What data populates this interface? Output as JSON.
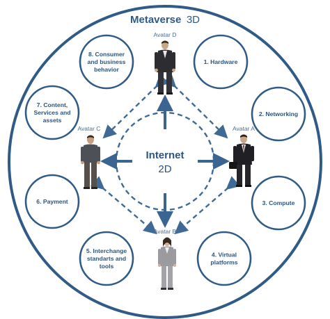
{
  "title": {
    "bold": "Metaverse",
    "normal": "3D"
  },
  "center": {
    "line1": "Internet",
    "line2": "2D"
  },
  "avatars": [
    {
      "id": "d",
      "label": "Avatar D"
    },
    {
      "id": "a",
      "label": "Avatar A"
    },
    {
      "id": "b",
      "label": "Avatar B"
    },
    {
      "id": "c",
      "label": "Avatar C"
    }
  ],
  "nodes": [
    {
      "id": "1",
      "lines": [
        "1. Hardware"
      ]
    },
    {
      "id": "2",
      "lines": [
        "2. Networking"
      ]
    },
    {
      "id": "3",
      "lines": [
        "3. Compute"
      ]
    },
    {
      "id": "4",
      "lines": [
        "4. Virtual",
        "platforms"
      ]
    },
    {
      "id": "5",
      "lines": [
        "5. Interchange",
        "standarts and",
        "tools"
      ]
    },
    {
      "id": "6",
      "lines": [
        "6. Payment"
      ]
    },
    {
      "id": "7",
      "lines": [
        "7. Content,",
        "Services and",
        "assets"
      ]
    },
    {
      "id": "8",
      "lines": [
        "8. Consumer",
        "and business",
        "behavior"
      ]
    }
  ],
  "colors": {
    "ring": "#2f5b86",
    "accent": "#3a6591",
    "dash": "#3f6a96"
  }
}
